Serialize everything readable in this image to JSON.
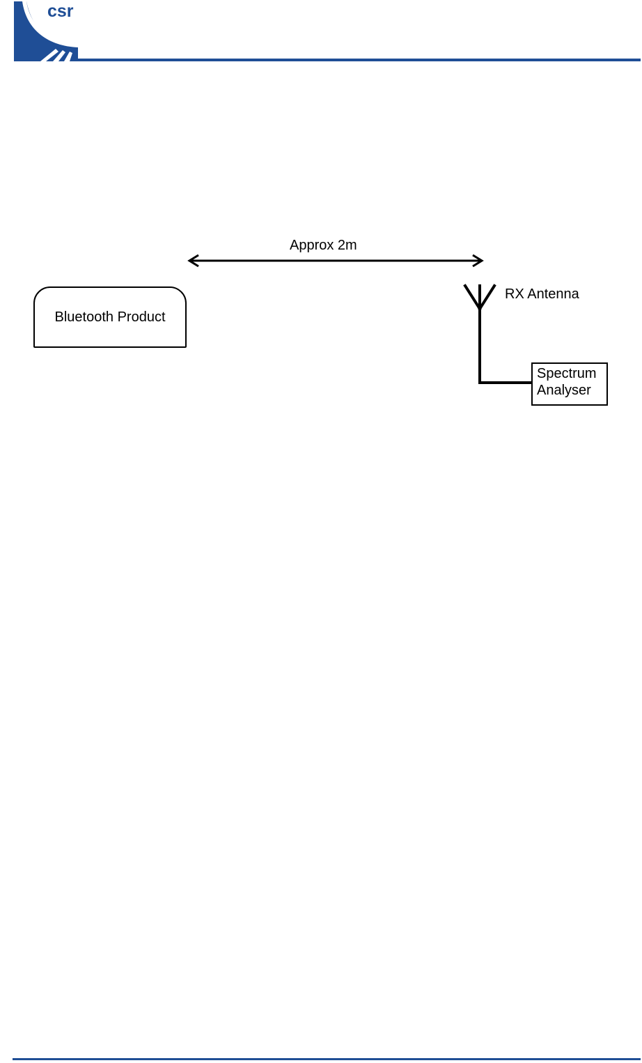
{
  "header": {
    "logo_text": "csr",
    "brand_color": "#1f4e96"
  },
  "diagram": {
    "distance_label": "Approx 2m",
    "product_label": "Bluetooth Product",
    "antenna_label": "RX Antenna",
    "analyser_line1": "Spectrum",
    "analyser_line2": "Analyser"
  }
}
